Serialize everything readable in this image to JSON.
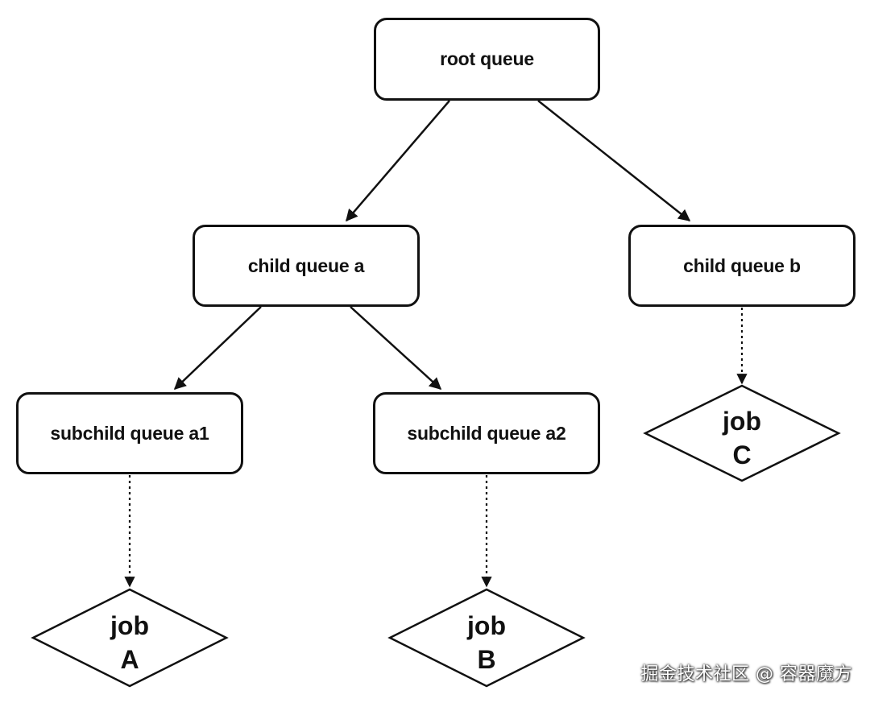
{
  "nodes": {
    "root": {
      "label": "root queue"
    },
    "child_a": {
      "label": "child queue a"
    },
    "child_b": {
      "label": "child queue b"
    },
    "subchild_a1": {
      "label": "subchild queue a1"
    },
    "subchild_a2": {
      "label": "subchild queue a2"
    }
  },
  "jobs": {
    "job_a": {
      "line1": "job",
      "line2": "A"
    },
    "job_b": {
      "line1": "job",
      "line2": "B"
    },
    "job_c": {
      "line1": "job",
      "line2": "C"
    }
  },
  "edges": [
    {
      "from": "root queue",
      "to": "child queue a",
      "style": "solid"
    },
    {
      "from": "root queue",
      "to": "child queue b",
      "style": "solid"
    },
    {
      "from": "child queue a",
      "to": "subchild queue a1",
      "style": "solid"
    },
    {
      "from": "child queue a",
      "to": "subchild queue a2",
      "style": "solid"
    },
    {
      "from": "subchild queue a1",
      "to": "job A",
      "style": "dotted"
    },
    {
      "from": "subchild queue a2",
      "to": "job B",
      "style": "dotted"
    },
    {
      "from": "child queue b",
      "to": "job C",
      "style": "dotted"
    }
  ],
  "watermark": "掘金技术社区 @ 容器魔方",
  "colors": {
    "stroke": "#111111",
    "background": "#ffffff"
  }
}
